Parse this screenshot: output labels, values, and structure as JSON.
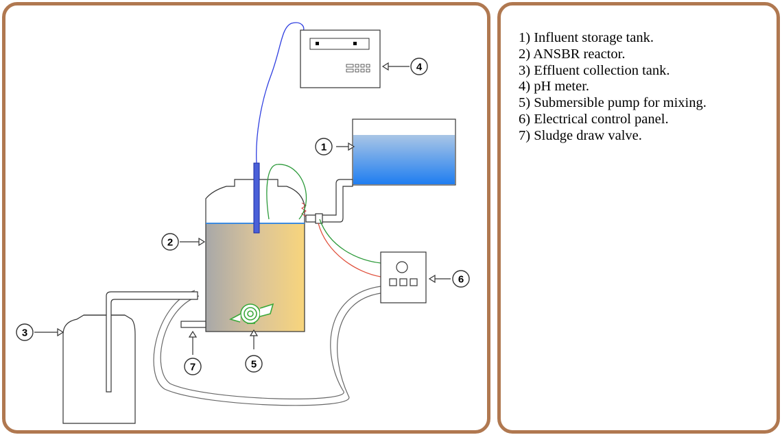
{
  "legend": {
    "items": [
      "1) Influent storage tank.",
      "2) ANSBR reactor.",
      "3) Effluent collection tank.",
      "4) pH meter.",
      "5) Submersible pump for mixing.",
      "6) Electrical control panel.",
      "7) Sludge draw valve."
    ]
  },
  "callouts": [
    "1",
    "2",
    "3",
    "4",
    "5",
    "6",
    "7"
  ],
  "colors": {
    "panel_border": "#b07850",
    "probe_cable": "#2f3fe0",
    "signal_wire_green": "#2c9a3a",
    "signal_wire_red": "#e0503c",
    "reactor_left": "#a8a8a8",
    "reactor_right": "#f8d57c",
    "tank_water_top": "#a9c6e6",
    "tank_water_bottom": "#1f7ef0",
    "pump": "#3aa83a"
  }
}
